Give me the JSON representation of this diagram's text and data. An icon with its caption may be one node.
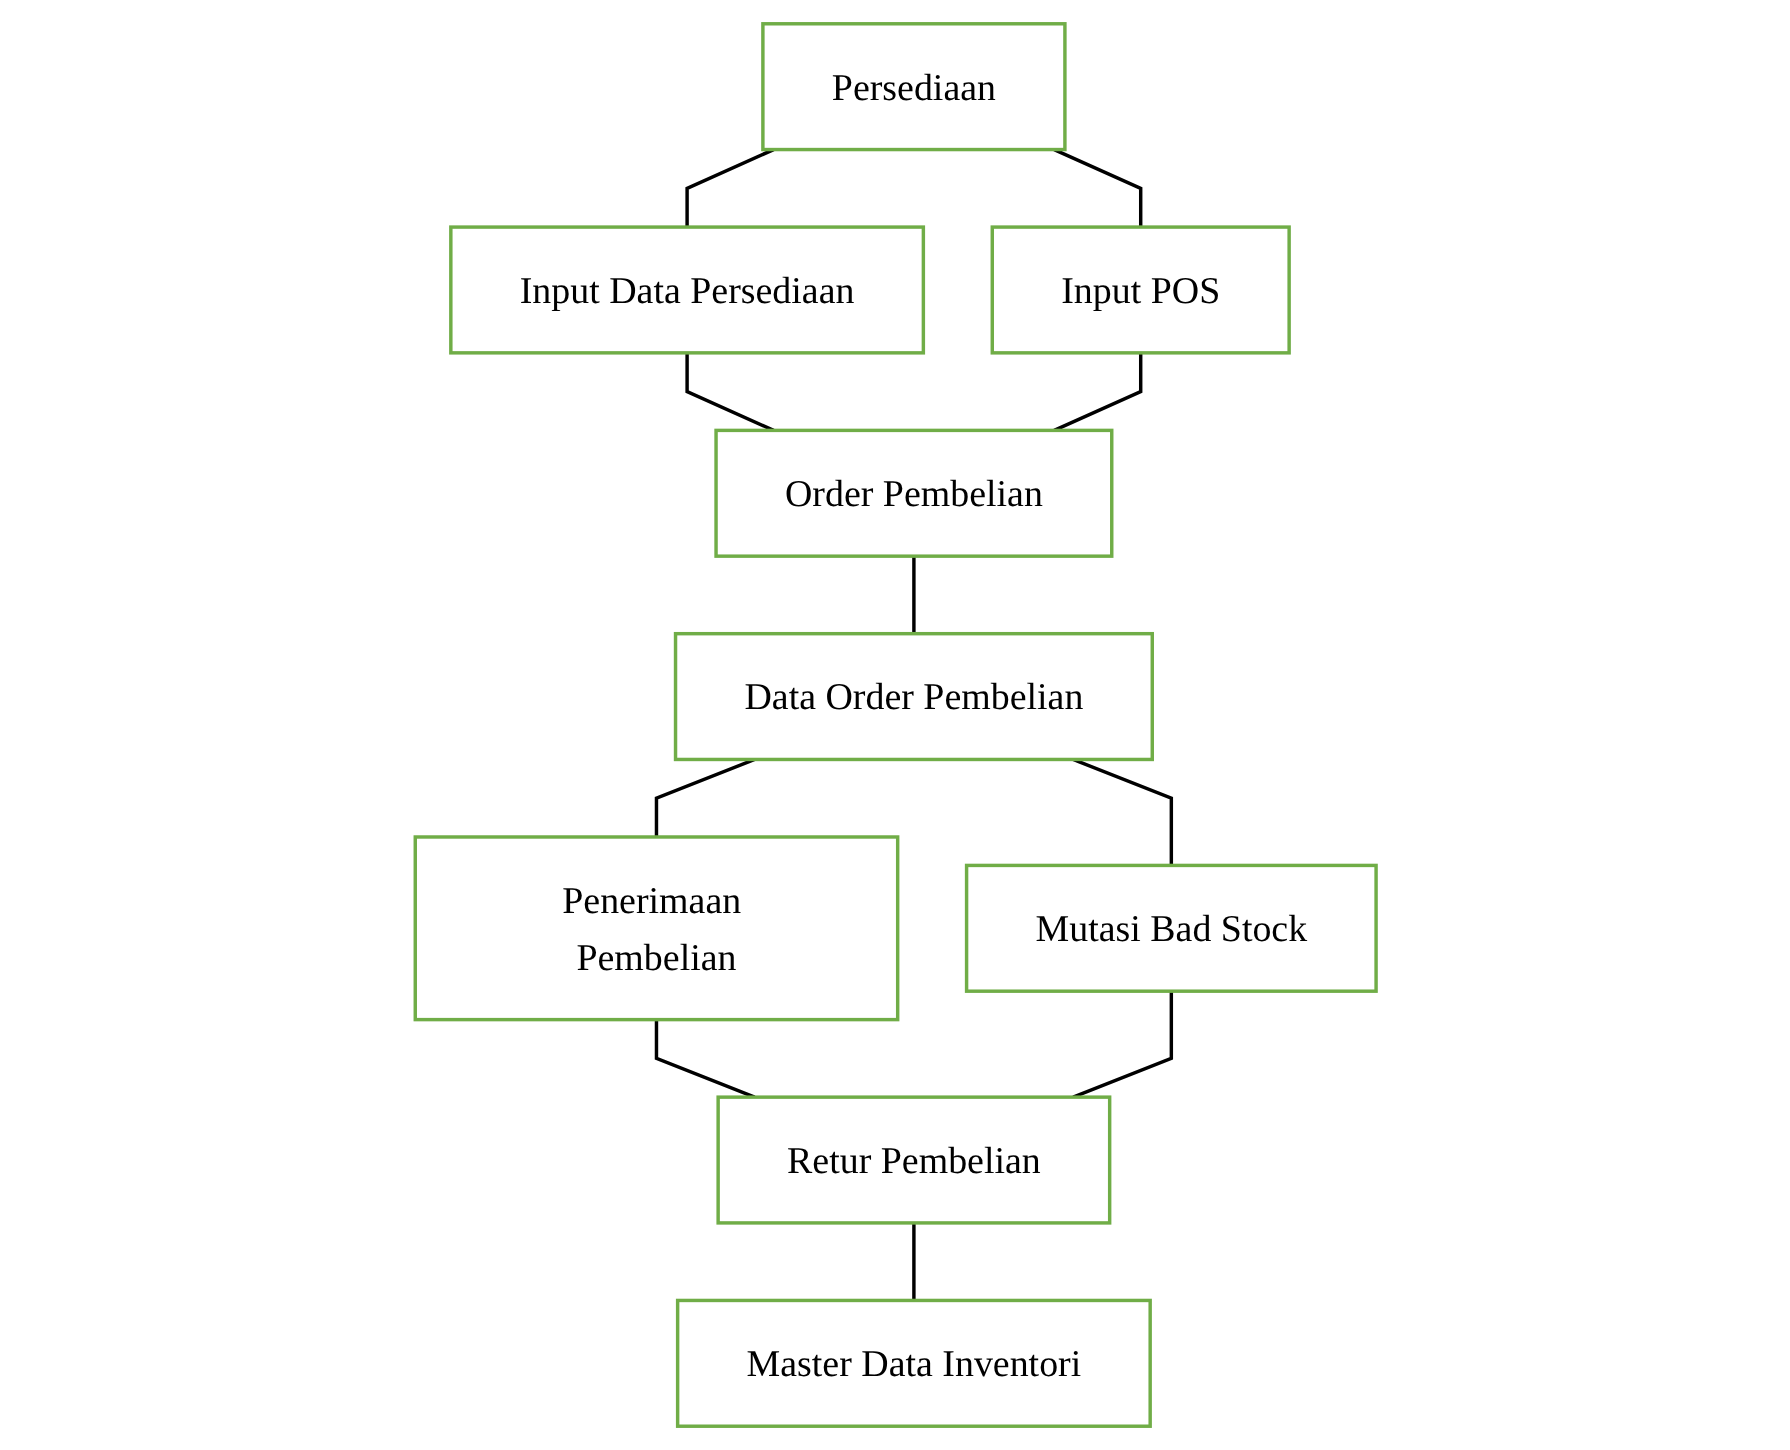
{
  "diagram": {
    "nodes": [
      {
        "text": [
          "Persediaan"
        ]
      },
      {
        "text": [
          "Input Data Persediaan"
        ]
      },
      {
        "text": [
          "Input POS"
        ]
      },
      {
        "text": [
          "Order Pembelian"
        ]
      },
      {
        "text": [
          "Data Order Pembelian"
        ]
      },
      {
        "text": [
          "Penerimaan Pembelian"
        ]
      },
      {
        "text": [
          "Mutasi Bad Stock"
        ]
      },
      {
        "text": [
          "Retur Pembelian"
        ]
      },
      {
        "text": [
          "Master Data Inventori"
        ]
      }
    ],
    "edges": [
      {
        "from": 0,
        "to": 1,
        "arrow": "none"
      },
      {
        "from": 0,
        "to": 2,
        "arrow": "none"
      },
      {
        "from": 1,
        "to": 3,
        "arrow": "none"
      },
      {
        "from": 2,
        "to": 3,
        "arrow": "none"
      },
      {
        "from": 3,
        "to": 4,
        "arrow": "none"
      },
      {
        "from": 4,
        "to": 5,
        "arrow": "none"
      },
      {
        "from": 4,
        "to": 6,
        "arrow": "none"
      },
      {
        "from": 5,
        "to": 7,
        "arrow": "none"
      },
      {
        "from": 6,
        "to": 7,
        "arrow": "none"
      },
      {
        "from": 7,
        "to": 8,
        "arrow": "none"
      }
    ]
  }
}
